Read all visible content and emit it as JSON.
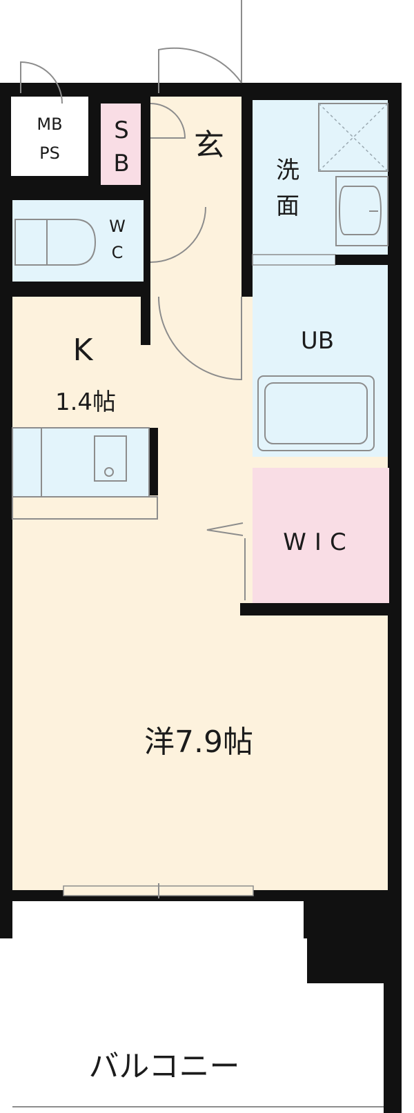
{
  "floor_plan": {
    "mbps": {
      "line1": "MB",
      "line2": "PS"
    },
    "sb": {
      "line1": "S",
      "line2": "B"
    },
    "genkan": {
      "label": "玄"
    },
    "wc": {
      "line1": "W",
      "line2": "C"
    },
    "senmen": {
      "line1": "洗",
      "line2": "面"
    },
    "ub": {
      "label": "UB"
    },
    "kitchen": {
      "label": "K",
      "size": "1.4帖"
    },
    "wic": {
      "label": "WIC"
    },
    "western_room": {
      "label": "洋7.9帖"
    },
    "balcony": {
      "label": "バルコニー"
    }
  },
  "colors": {
    "wall": "#111111",
    "floor_beige": "#fdf2dd",
    "wet_blue": "#e3f4fb",
    "pink": "#f9dde5",
    "white": "#ffffff",
    "line_gray": "#8c8c8c"
  }
}
